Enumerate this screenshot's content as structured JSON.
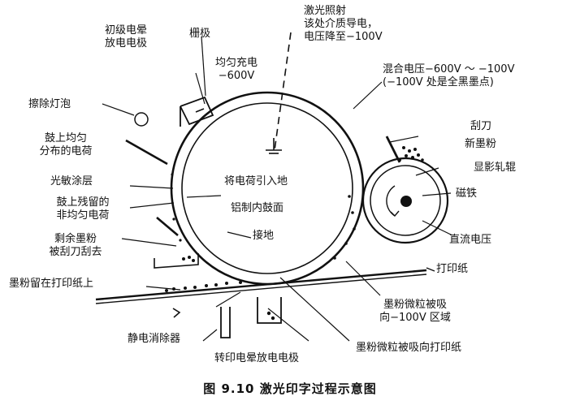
{
  "labels": {
    "primary_corona_1": "初级电晕",
    "primary_corona_2": "放电电极",
    "grid": "栅极",
    "laser_1": "激光照射",
    "laser_2": "该处介质导电，",
    "laser_3": "电压降至−100V",
    "uniform_charge_1": "均匀充电",
    "uniform_charge_2": "−600V",
    "mixed_voltage_1": "混合电压−600V ～ −100V",
    "mixed_voltage_2": "(−100V 处是全黑墨点)",
    "erase_lamp": "擦除灯泡",
    "drum_charge_1": "鼓上均匀",
    "drum_charge_2": "分布的电荷",
    "blade": "刮刀",
    "new_toner": "新墨粉",
    "developer_roller": "显影轧辊",
    "magnet": "磁铁",
    "photo_layer": "光敏涂层",
    "residual_charge_1": "鼓上残留的",
    "residual_charge_2": "非均匀电荷",
    "residual_toner_1": "剩余墨粉",
    "residual_toner_2": "被刮刀刮去",
    "toner_on_paper": "墨粉留在打印纸上",
    "dc_voltage": "直流电压",
    "paper": "打印纸",
    "charge_ground": "将电荷引入地",
    "aluminum_drum": "铝制内鼓面",
    "ground": "接地",
    "toner_to_area_1": "墨粉微粒被吸",
    "toner_to_area_2": "向−100V 区域",
    "static_eliminator": "静电消除器",
    "toner_to_paper": "墨粉微粒被吸向打印纸",
    "transfer_corona": "转印电晕放电电极"
  },
  "caption": "图 9.10    激光印字过程示意图"
}
